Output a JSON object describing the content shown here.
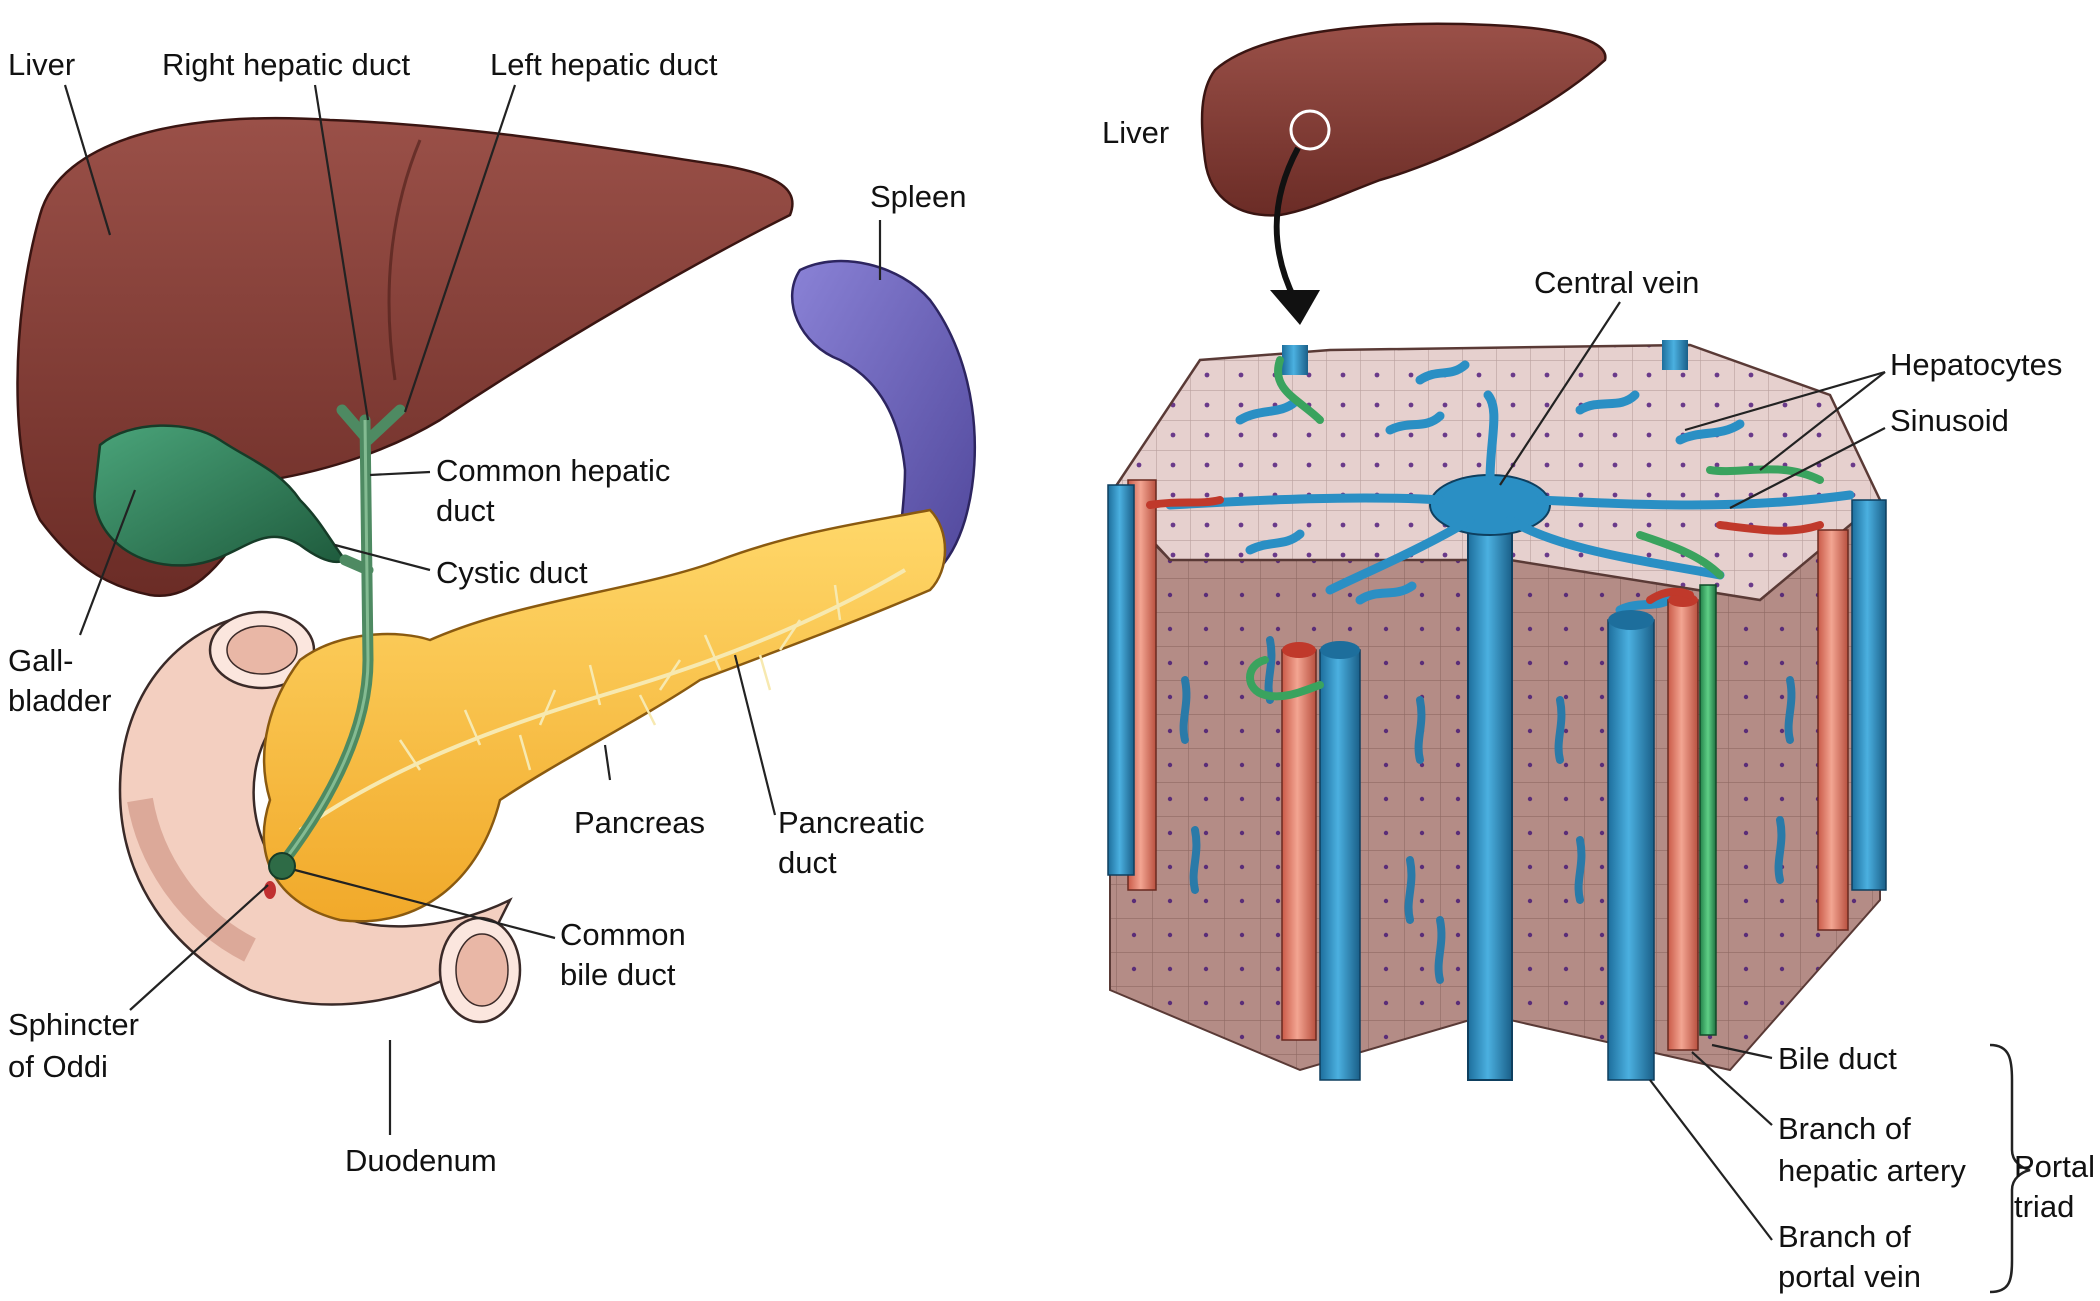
{
  "left_panel": {
    "labels": {
      "liver": "Liver",
      "right_hepatic_duct": "Right hepatic duct",
      "left_hepatic_duct": "Left hepatic duct",
      "spleen": "Spleen",
      "common_hepatic_duct_1": "Common hepatic",
      "common_hepatic_duct_2": "duct",
      "cystic_duct": "Cystic duct",
      "gallbladder_1": "Gall-",
      "gallbladder_2": "bladder",
      "pancreas": "Pancreas",
      "pancreatic_duct_1": "Pancreatic",
      "pancreatic_duct_2": "duct",
      "common_bile_duct_1": "Common",
      "common_bile_duct_2": "bile duct",
      "sphincter_1": "Sphincter",
      "sphincter_2": "of Oddi",
      "duodenum": "Duodenum"
    }
  },
  "right_panel": {
    "labels": {
      "liver": "Liver",
      "central_vein": "Central vein",
      "hepatocytes": "Hepatocytes",
      "sinusoid": "Sinusoid",
      "bile_duct": "Bile duct",
      "hepatic_artery_1": "Branch of",
      "hepatic_artery_2": "hepatic artery",
      "portal_vein_1": "Branch of",
      "portal_vein_2": "portal vein",
      "portal_triad_1": "Portal",
      "portal_triad_2": "triad"
    }
  },
  "colors": {
    "liver": "#7a3a32",
    "gallbladder": "#2e7a55",
    "pancreas": "#f7c23a",
    "spleen": "#6c63b5",
    "duodenum": "#f4d2c4",
    "portal_vein": "#2a8fc4",
    "hepatic_artery": "#e8836e",
    "bile_duct": "#3aa35e",
    "lobule_tissue": "#e9d4d2"
  }
}
